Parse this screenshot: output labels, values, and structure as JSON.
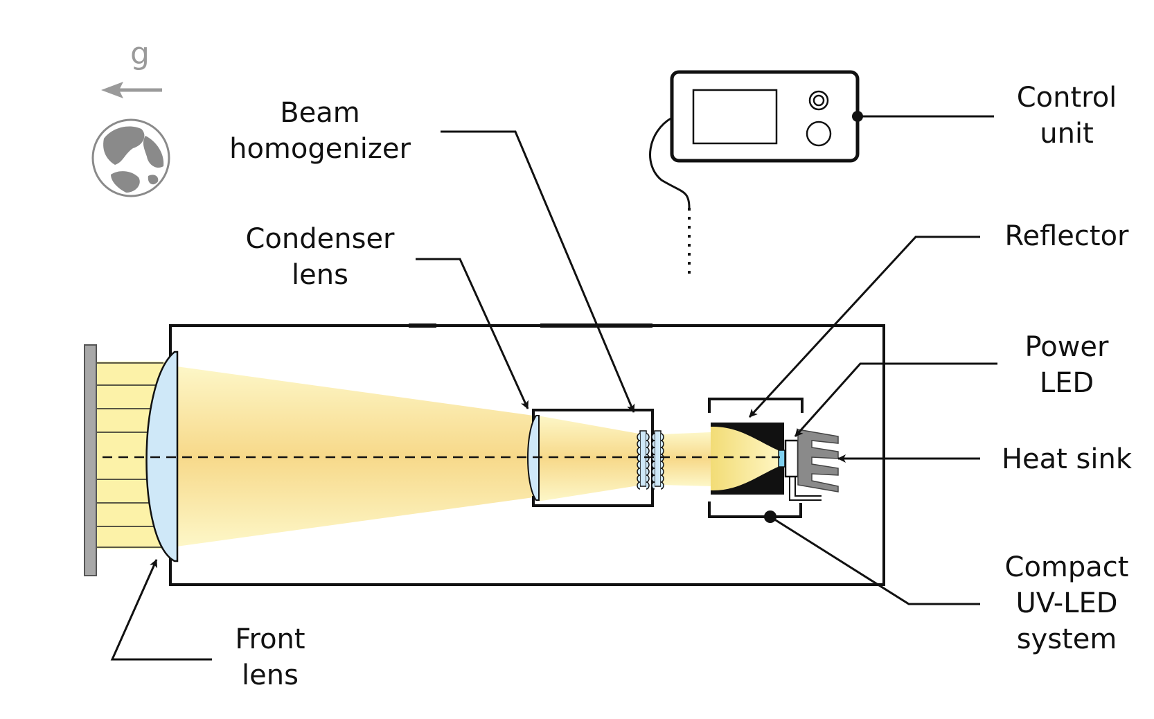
{
  "gravity": {
    "symbol": "g",
    "icon": "earth-globe-icon"
  },
  "labels": {
    "beam_homogenizer": [
      "Beam",
      "homogenizer"
    ],
    "condenser_lens": [
      "Condenser",
      "lens"
    ],
    "front_lens": [
      "Front",
      "lens"
    ],
    "control_unit": [
      "Control",
      "unit"
    ],
    "reflector": [
      "Reflector"
    ],
    "power_led": [
      "Power",
      "LED"
    ],
    "heat_sink": [
      "Heat sink"
    ],
    "compact_uv_led_system": [
      "Compact",
      "UV-LED",
      "system"
    ]
  },
  "colors": {
    "beam_light": "#fdf6c6",
    "beam_dark": "#f6e27a",
    "lens": "#cfe8f8",
    "heat_sink": "#8a8a8a",
    "earth": "#888888"
  }
}
